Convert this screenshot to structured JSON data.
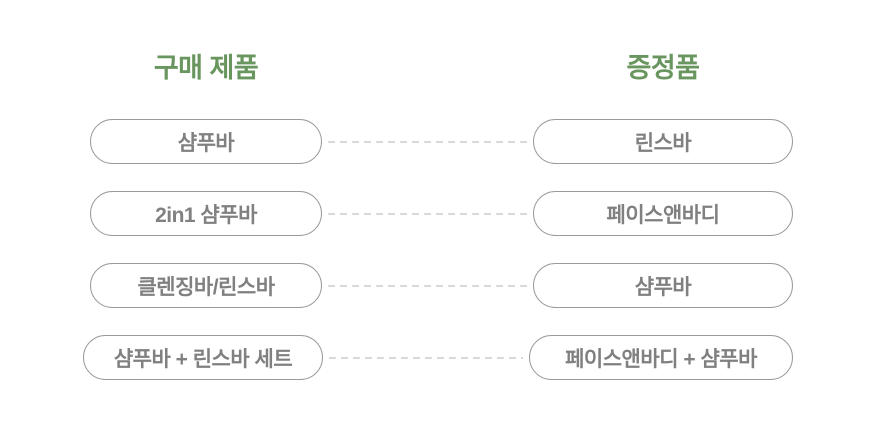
{
  "diagram": {
    "title_semantic": "purchase-to-gift mapping",
    "left_column": {
      "header": "구매 제품",
      "items": [
        "샴푸바",
        "2in1 샴푸바",
        "클렌징바/린스바",
        "샴푸바 + 린스바 세트"
      ]
    },
    "right_column": {
      "header": "증정품",
      "items": [
        "린스바",
        "페이스앤바디",
        "샴푸바",
        "페이스앤바디 + 샴푸바"
      ]
    },
    "colors": {
      "header_green": "#69965f",
      "pill_border": "#9a9a9a",
      "pill_text": "#808080",
      "connector": "#d9d9d9",
      "background": "#ffffff"
    }
  },
  "rows": [
    {
      "purchase": "샴푸바",
      "gift": "린스바"
    },
    {
      "purchase": "2in1 샴푸바",
      "gift": "페이스앤바디"
    },
    {
      "purchase": "클렌징바/린스바",
      "gift": "샴푸바"
    },
    {
      "purchase": "샴푸바 + 린스바 세트",
      "gift": "페이스앤바디 + 샴푸바"
    }
  ]
}
